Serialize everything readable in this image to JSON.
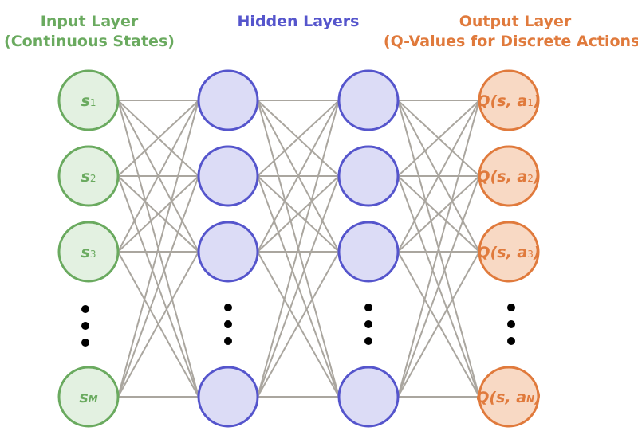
{
  "diagram": {
    "title": "Deep Q-Network architecture",
    "colors": {
      "input_stroke": "#6aaa5f",
      "input_fill": "#e3f1e1",
      "input_text": "#6aaa5f",
      "hidden_stroke": "#5555cc",
      "hidden_fill": "#dcdcf6",
      "hidden_text": "#5555cc",
      "output_stroke": "#e07a3c",
      "output_fill": "#f8d9c4",
      "output_text": "#e07a3c",
      "edge": "#aaa69f",
      "ellipsis": "#000000"
    },
    "layers": [
      {
        "id": "input",
        "title_lines": [
          "Input Layer",
          "(Continuous States)"
        ],
        "nodes": [
          {
            "label": "s",
            "sub": "1"
          },
          {
            "label": "s",
            "sub": "2"
          },
          {
            "label": "s",
            "sub": "3"
          },
          {
            "ellipsis": true
          },
          {
            "label": "s",
            "sub": "M"
          }
        ]
      },
      {
        "id": "hidden1",
        "title_lines": [
          "Hidden Layers"
        ],
        "nodes": [
          {
            "label": ""
          },
          {
            "label": ""
          },
          {
            "label": ""
          },
          {
            "ellipsis": true
          },
          {
            "label": ""
          }
        ]
      },
      {
        "id": "hidden2",
        "title_lines": [],
        "nodes": [
          {
            "label": ""
          },
          {
            "label": ""
          },
          {
            "label": ""
          },
          {
            "ellipsis": true
          },
          {
            "label": ""
          }
        ]
      },
      {
        "id": "output",
        "title_lines": [
          "Output Layer",
          "(Q-Values for Discrete Actions)"
        ],
        "nodes": [
          {
            "label": "Q(s, a",
            "sub": "1",
            "close": ")"
          },
          {
            "label": "Q(s, a",
            "sub": "2",
            "close": ")"
          },
          {
            "label": "Q(s, a",
            "sub": "3",
            "close": ")"
          },
          {
            "ellipsis": true
          },
          {
            "label": "Q(s, a",
            "sub": "N",
            "close": ")"
          }
        ]
      }
    ],
    "connectivity": "fully-connected"
  }
}
